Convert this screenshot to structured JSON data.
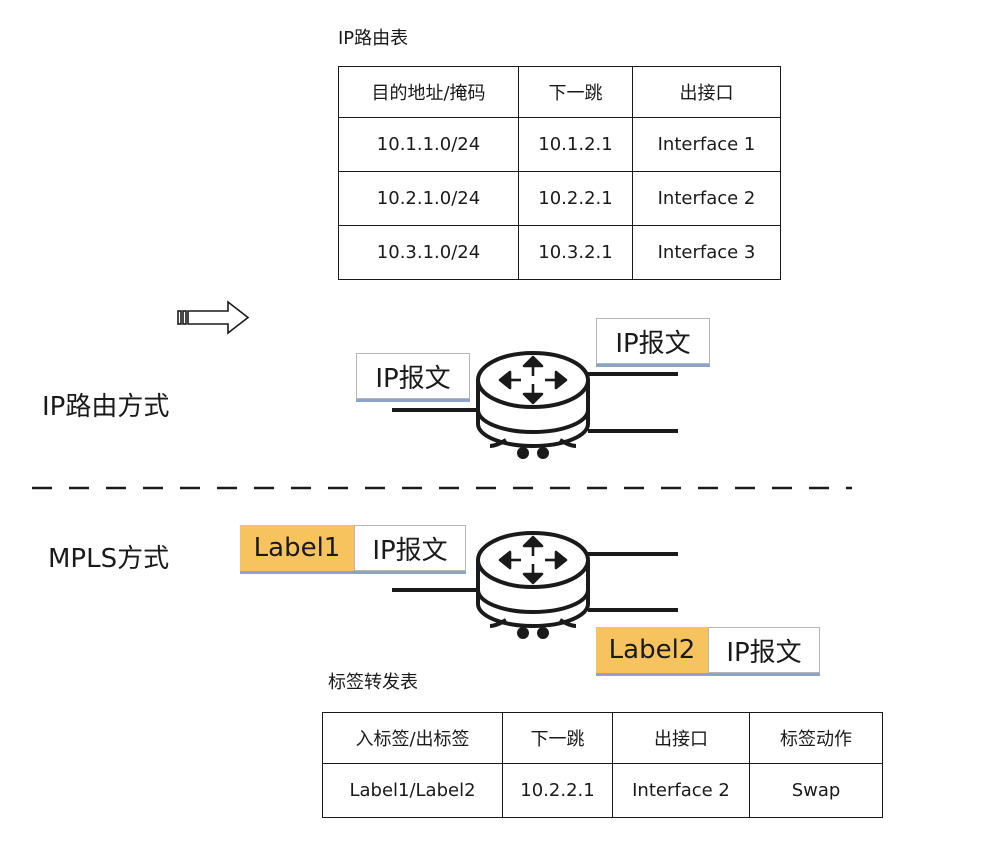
{
  "ip_routing_table": {
    "caption": "IP路由表",
    "headers": [
      "目的地址/掩码",
      "下一跳",
      "出接口"
    ],
    "rows": [
      [
        "10.1.1.0/24",
        "10.1.2.1",
        "Interface 1"
      ],
      [
        "10.2.1.0/24",
        "10.2.2.1",
        "Interface 2"
      ],
      [
        "10.3.1.0/24",
        "10.3.2.1",
        "Interface 3"
      ]
    ]
  },
  "sections": {
    "ip_mode": "IP路由方式",
    "mpls_mode": "MPLS方式"
  },
  "packets": {
    "ip_in": "IP报文",
    "ip_out": "IP报文",
    "mpls_in_label": "Label1",
    "mpls_in_ip": "IP报文",
    "mpls_out_label": "Label2",
    "mpls_out_ip": "IP报文"
  },
  "label_forwarding_table": {
    "caption": "标签转发表",
    "headers": [
      "入标签/出标签",
      "下一跳",
      "出接口",
      "标签动作"
    ],
    "rows": [
      [
        "Label1/Label2",
        "10.2.2.1",
        "Interface 2",
        "Swap"
      ]
    ]
  },
  "colors": {
    "label_fill": "#f7c35e",
    "packet_shadow": "#8ea3c8",
    "line": "#1a1a1a"
  },
  "icons": [
    "router-icon",
    "arrow-right-icon"
  ]
}
